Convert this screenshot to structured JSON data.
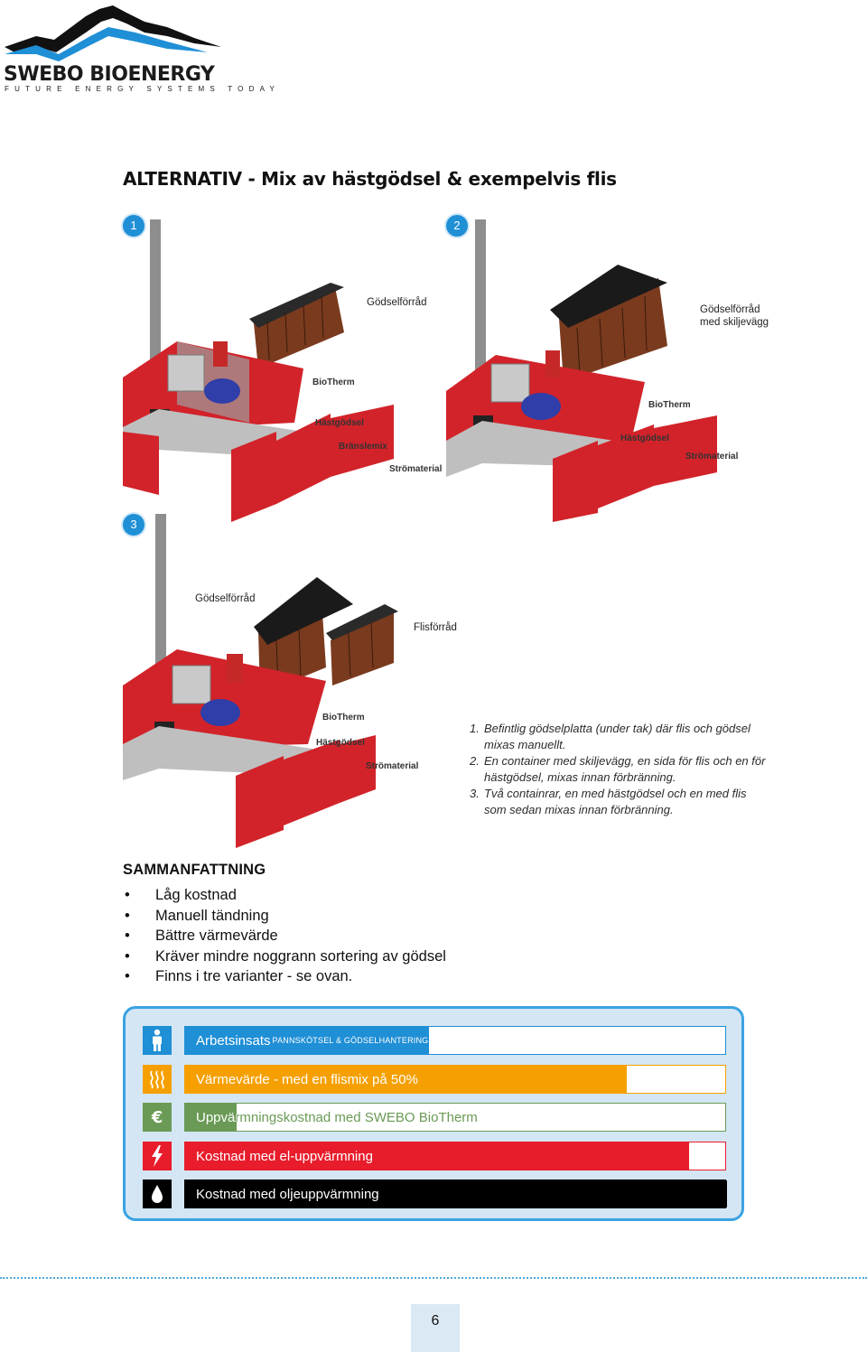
{
  "logo": {
    "name_part1": "SWEBO ",
    "name_part2": "BIOENERGY",
    "tagline": "FUTURE ENERGY SYSTEMS TODAY",
    "accent_color": "#1f8fd6"
  },
  "title": "ALTERNATIV - Mix av hästgödsel & exempelvis flis",
  "illustrations": [
    {
      "badge": "1",
      "callouts": [
        "Gödselförråd"
      ],
      "labels": [
        "BioTherm",
        "Hästgödsel",
        "Bränslemix",
        "Strömaterial"
      ]
    },
    {
      "badge": "2",
      "callouts": [
        "Gödselförråd",
        "med skiljevägg"
      ],
      "labels": [
        "BioTherm",
        "Hästgödsel",
        "Strömaterial"
      ]
    },
    {
      "badge": "3",
      "callouts": [
        "Gödselförråd",
        "Flisförråd"
      ],
      "labels": [
        "BioTherm",
        "Hästgödsel",
        "Strömaterial"
      ]
    }
  ],
  "notes": [
    {
      "num": "1.",
      "text": "Befintlig gödselplatta (under tak) där flis och gödsel mixas manuellt."
    },
    {
      "num": "2.",
      "text": "En container med skiljevägg, en sida för flis och en för hästgödsel, mixas innan förbränning."
    },
    {
      "num": "3.",
      "text": "Två containrar, en med hästgödsel och en med flis som sedan mixas innan förbränning."
    }
  ],
  "summary": {
    "heading": "SAMMANFATTNING",
    "bullet": "•",
    "items": [
      "Låg kostnad",
      "Manuell tändning",
      "Bättre värmevärde",
      "Kräver mindre noggrann sortering av gödsel",
      "Finns i tre varianter - se ovan."
    ]
  },
  "bars": [
    {
      "icon": "person-icon",
      "label": "Arbetsinsats",
      "sublabel": "PANNSKÖTSEL & GÖDSELHANTERING",
      "fill": 0.45,
      "color": "#1f8fd6",
      "icon_bg": "#1f8fd6"
    },
    {
      "icon": "heat-icon",
      "label": "Värmevärde - med en flismix på 50%",
      "sublabel": "",
      "fill": 0.815,
      "color": "#f5a000",
      "icon_bg": "#f5a000"
    },
    {
      "icon": "euro-icon",
      "label": "Uppvärmningskostnad med SWEBO BioTherm",
      "sublabel": "",
      "fill": 0.095,
      "color": "#6a9a55",
      "icon_bg": "#6a9a55"
    },
    {
      "icon": "lightning-icon",
      "label": "Kostnad med el-uppvärmning",
      "sublabel": "",
      "fill": 0.93,
      "color": "#e81c2b",
      "icon_bg": "#e81c2b"
    },
    {
      "icon": "oil-drop-icon",
      "label": "Kostnad med oljeuppvärmning",
      "sublabel": "",
      "fill": 1.0,
      "color": "#000000",
      "icon_bg": "#000000"
    }
  ],
  "page_number": "6"
}
